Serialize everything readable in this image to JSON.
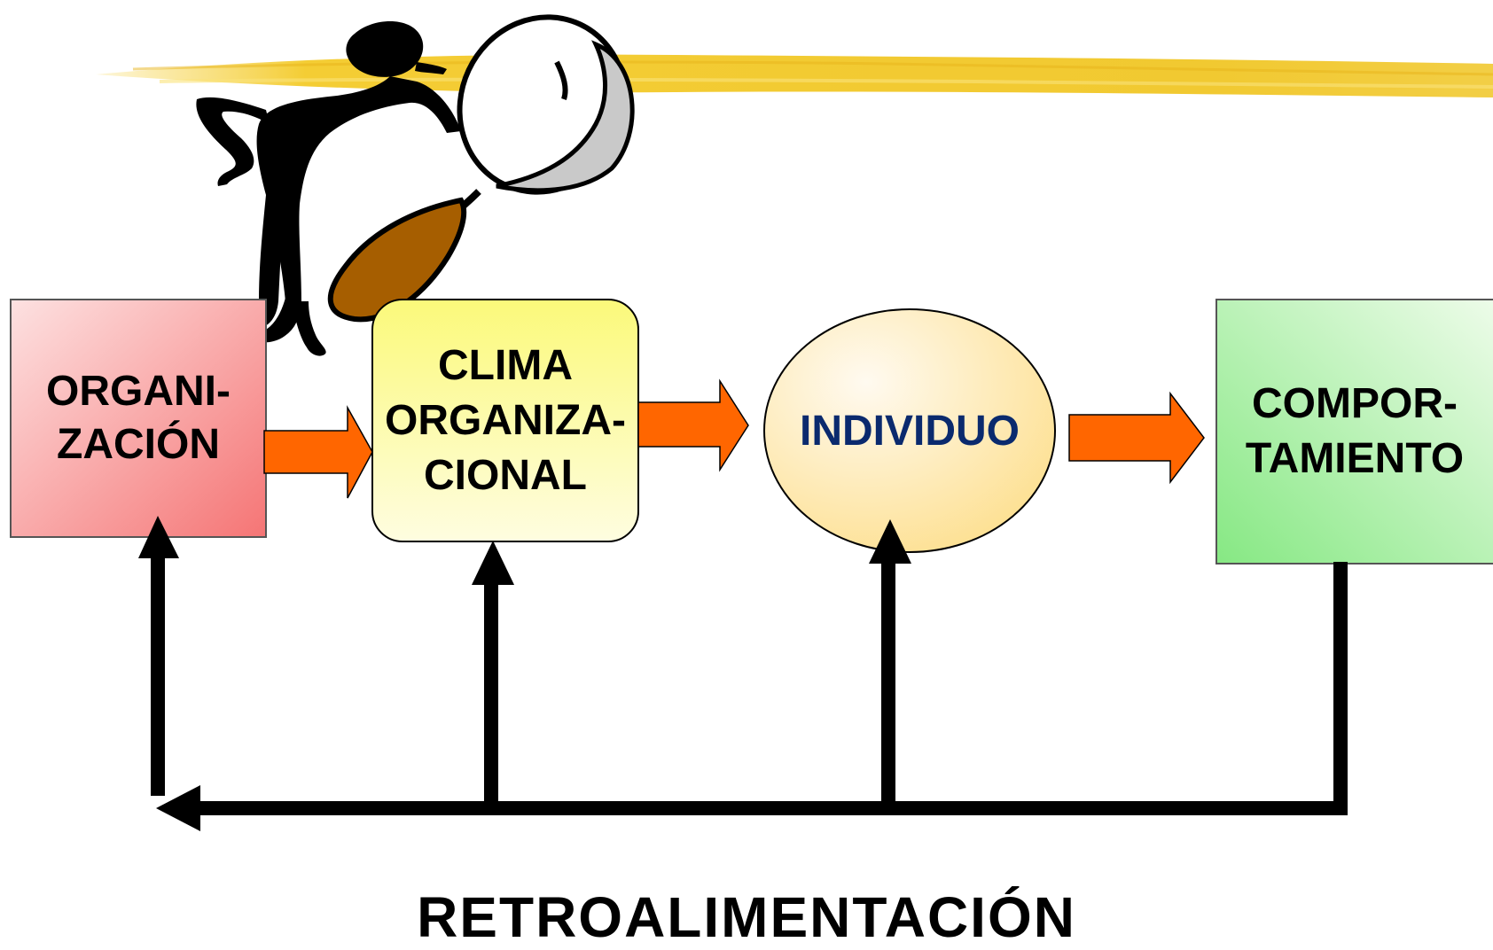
{
  "nodes": {
    "organizacion": {
      "line1": "ORGANI-",
      "line2": "ZACIÓN"
    },
    "clima": {
      "line1": "CLIMA",
      "line2": "ORGANIZA-",
      "line3": "CIONAL"
    },
    "individuo": {
      "label": "INDIVIDUO"
    },
    "comportamiento": {
      "line1": "COMPOR-",
      "line2": "TAMIENTO"
    }
  },
  "feedback_label": "RETROALIMENTACIÓN",
  "colors": {
    "organizacion_fill_light": "#fbd3d3",
    "organizacion_fill_dark": "#f57d7d",
    "clima_fill_light": "#fefbb0",
    "clima_fill_dark": "#fafa7c",
    "individuo_fill_light": "#fff7d6",
    "individuo_fill_dark": "#fde19a",
    "comportamiento_fill_light": "#e6fbe2",
    "comportamiento_fill_dark": "#8fe88a",
    "flow_arrow": "#ff6600",
    "individuo_text": "#0a2a6e",
    "highlight_stroke": "#f7d23a"
  },
  "icons": {
    "clipart": "detective-with-magnifying-glass-icon"
  }
}
